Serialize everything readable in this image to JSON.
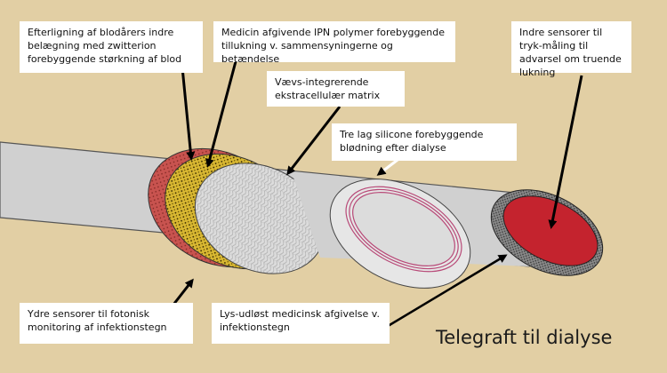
{
  "title": "Telegraft til dialyse",
  "labels": [
    "Efterligning af blodårers indre belægning med zwitterion forebyggende størkning af blod",
    "Medicin afgivende  IPN polymer forebyggende tillukning v. sammensyningerne og betændelse",
    "Vævs-integrerende ekstracellulær matrix",
    "Tre lag silicone forebyggende blødning efter dialyse",
    "Indre sensorer til tryk-måling til advarsel om truende lukning",
    "Ydre sensorer til fotonisk monitoring af infektionstegn",
    "Lys-udløst medicinsk afgivelse v. infektionstegn"
  ],
  "colors": {
    "background": "#e2cfa4",
    "tube": "#d0d0d0",
    "zwitterion_layer": "#c8534f",
    "ipn_layer": "#d9b832",
    "ecm_layer": "#dcdcdc",
    "silicone_lines": "#b84a78",
    "sensor_fill": "#c4232e"
  }
}
